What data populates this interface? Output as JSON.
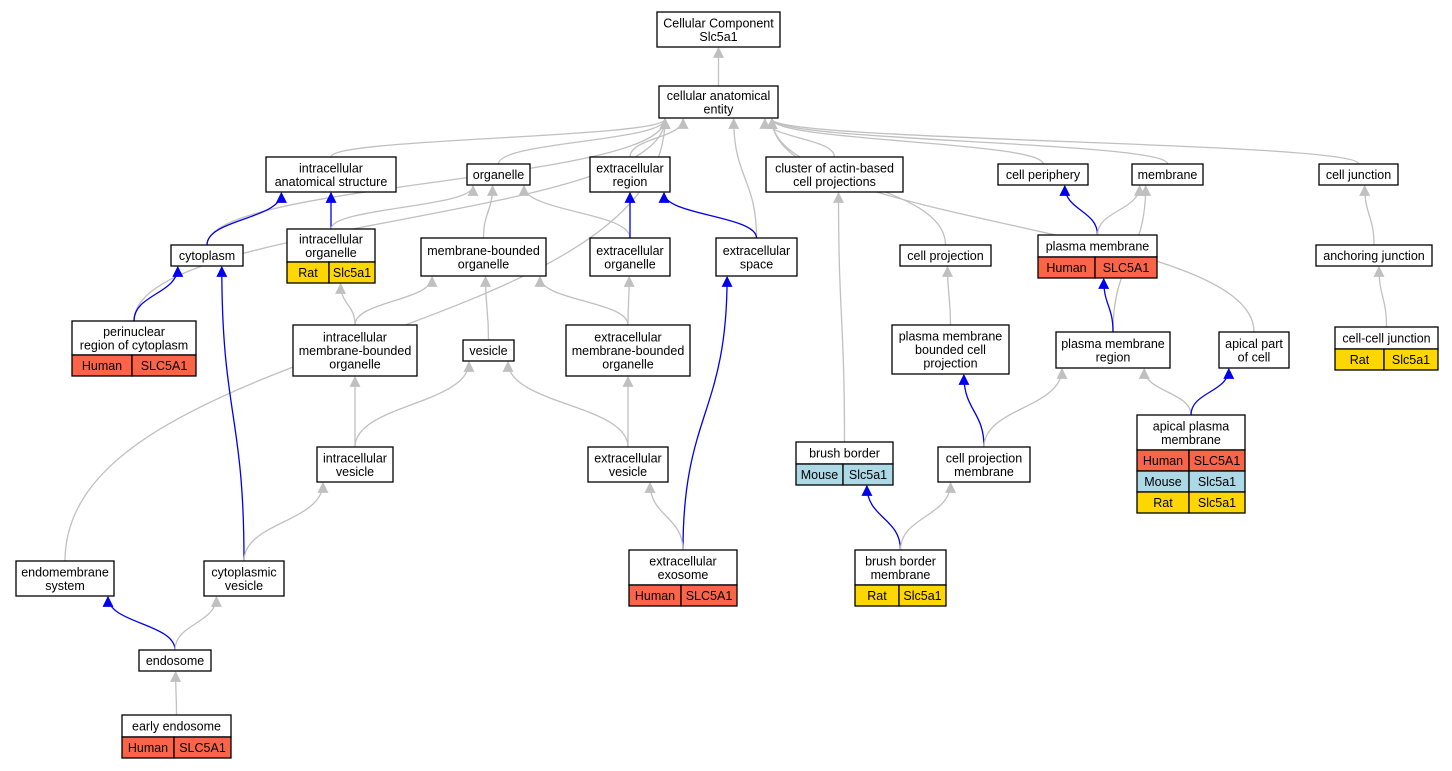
{
  "colors": {
    "Human": "#fa6448",
    "Mouse": "#add8e6",
    "Rat": "#ffd700",
    "gray_edge": "#c0c0c0",
    "blue_edge": "#0000ee"
  },
  "nodes": [
    {
      "id": "cc",
      "lines": [
        "Cellular Component",
        "Slc5a1"
      ],
      "species": []
    },
    {
      "id": "cae",
      "lines": [
        "cellular anatomical",
        "entity"
      ],
      "species": []
    },
    {
      "id": "ias",
      "lines": [
        "intracellular",
        "anatomical structure"
      ],
      "species": []
    },
    {
      "id": "organelle",
      "lines": [
        "organelle"
      ],
      "species": []
    },
    {
      "id": "exreg",
      "lines": [
        "extracellular",
        "region"
      ],
      "species": []
    },
    {
      "id": "cabp",
      "lines": [
        "cluster of actin-based",
        "cell projections"
      ],
      "species": []
    },
    {
      "id": "cper",
      "lines": [
        "cell periphery"
      ],
      "species": []
    },
    {
      "id": "membrane",
      "lines": [
        "membrane"
      ],
      "species": []
    },
    {
      "id": "cjunc",
      "lines": [
        "cell junction"
      ],
      "species": []
    },
    {
      "id": "cytoplasm",
      "lines": [
        "cytoplasm"
      ],
      "species": []
    },
    {
      "id": "iorg",
      "lines": [
        "intracellular",
        "organelle"
      ],
      "species": [
        {
          "name": "Rat",
          "gene": "Slc5a1"
        }
      ]
    },
    {
      "id": "mbo",
      "lines": [
        "membrane-bounded",
        "organelle"
      ],
      "species": []
    },
    {
      "id": "exorg",
      "lines": [
        "extracellular",
        "organelle"
      ],
      "species": []
    },
    {
      "id": "exspace",
      "lines": [
        "extracellular",
        "space"
      ],
      "species": []
    },
    {
      "id": "cproj",
      "lines": [
        "cell projection"
      ],
      "species": []
    },
    {
      "id": "pm",
      "lines": [
        "plasma membrane"
      ],
      "species": [
        {
          "name": "Human",
          "gene": "SLC5A1"
        }
      ]
    },
    {
      "id": "ajunc",
      "lines": [
        "anchoring junction"
      ],
      "species": []
    },
    {
      "id": "perinuc",
      "lines": [
        "perinuclear",
        "region of cytoplasm"
      ],
      "species": [
        {
          "name": "Human",
          "gene": "SLC5A1"
        }
      ]
    },
    {
      "id": "imbo",
      "lines": [
        "intracellular",
        "membrane-bounded",
        "organelle"
      ],
      "species": []
    },
    {
      "id": "vesicle",
      "lines": [
        "vesicle"
      ],
      "species": []
    },
    {
      "id": "exmbo",
      "lines": [
        "extracellular",
        "membrane-bounded",
        "organelle"
      ],
      "species": []
    },
    {
      "id": "pmbcp",
      "lines": [
        "plasma membrane",
        "bounded cell",
        "projection"
      ],
      "species": []
    },
    {
      "id": "pmr",
      "lines": [
        "plasma membrane",
        "region"
      ],
      "species": []
    },
    {
      "id": "apcell",
      "lines": [
        "apical part",
        "of cell"
      ],
      "species": []
    },
    {
      "id": "ccjunc",
      "lines": [
        "cell-cell junction"
      ],
      "species": [
        {
          "name": "Rat",
          "gene": "Slc5a1"
        }
      ]
    },
    {
      "id": "ivesicle",
      "lines": [
        "intracellular",
        "vesicle"
      ],
      "species": []
    },
    {
      "id": "exvesicle",
      "lines": [
        "extracellular",
        "vesicle"
      ],
      "species": []
    },
    {
      "id": "bb",
      "lines": [
        "brush border"
      ],
      "species": [
        {
          "name": "Mouse",
          "gene": "Slc5a1"
        }
      ]
    },
    {
      "id": "cpm",
      "lines": [
        "cell projection",
        "membrane"
      ],
      "species": []
    },
    {
      "id": "apm",
      "lines": [
        "apical plasma",
        "membrane"
      ],
      "species": [
        {
          "name": "Human",
          "gene": "SLC5A1"
        },
        {
          "name": "Mouse",
          "gene": "Slc5a1"
        },
        {
          "name": "Rat",
          "gene": "Slc5a1"
        }
      ]
    },
    {
      "id": "endomem",
      "lines": [
        "endomembrane",
        "system"
      ],
      "species": []
    },
    {
      "id": "cytves",
      "lines": [
        "cytoplasmic",
        "vesicle"
      ],
      "species": []
    },
    {
      "id": "exosome",
      "lines": [
        "extracellular",
        "exosome"
      ],
      "species": [
        {
          "name": "Human",
          "gene": "SLC5A1"
        }
      ]
    },
    {
      "id": "bbm",
      "lines": [
        "brush border",
        "membrane"
      ],
      "species": [
        {
          "name": "Rat",
          "gene": "Slc5a1"
        }
      ]
    },
    {
      "id": "endosome",
      "lines": [
        "endosome"
      ],
      "species": []
    },
    {
      "id": "early",
      "lines": [
        "early endosome"
      ],
      "species": [
        {
          "name": "Human",
          "gene": "SLC5A1"
        }
      ]
    }
  ],
  "edges": [
    {
      "from": "cae",
      "to": "cc",
      "kind": "gray"
    },
    {
      "from": "ias",
      "to": "cae",
      "kind": "gray"
    },
    {
      "from": "organelle",
      "to": "cae",
      "kind": "gray"
    },
    {
      "from": "exreg",
      "to": "cae",
      "kind": "gray"
    },
    {
      "from": "cabp",
      "to": "cae",
      "kind": "gray"
    },
    {
      "from": "cper",
      "to": "cae",
      "kind": "gray"
    },
    {
      "from": "membrane",
      "to": "cae",
      "kind": "gray"
    },
    {
      "from": "cjunc",
      "to": "cae",
      "kind": "gray"
    },
    {
      "from": "cytoplasm",
      "to": "cae",
      "kind": "gray"
    },
    {
      "from": "perinuc",
      "to": "cae",
      "kind": "gray"
    },
    {
      "from": "endomem",
      "to": "cae",
      "kind": "gray"
    },
    {
      "from": "exspace",
      "to": "cae",
      "kind": "gray"
    },
    {
      "from": "cproj",
      "to": "cae",
      "kind": "gray"
    },
    {
      "from": "apcell",
      "to": "cae",
      "kind": "gray"
    },
    {
      "from": "cytoplasm",
      "to": "ias",
      "kind": "blue"
    },
    {
      "from": "iorg",
      "to": "ias",
      "kind": "blue"
    },
    {
      "from": "iorg",
      "to": "organelle",
      "kind": "gray"
    },
    {
      "from": "mbo",
      "to": "organelle",
      "kind": "gray"
    },
    {
      "from": "exorg",
      "to": "organelle",
      "kind": "gray"
    },
    {
      "from": "exorg",
      "to": "exreg",
      "kind": "blue"
    },
    {
      "from": "exspace",
      "to": "exreg",
      "kind": "blue"
    },
    {
      "from": "bb",
      "to": "cabp",
      "kind": "gray"
    },
    {
      "from": "pm",
      "to": "cper",
      "kind": "blue"
    },
    {
      "from": "pm",
      "to": "membrane",
      "kind": "gray"
    },
    {
      "from": "pmr",
      "to": "membrane",
      "kind": "gray"
    },
    {
      "from": "ajunc",
      "to": "cjunc",
      "kind": "gray"
    },
    {
      "from": "perinuc",
      "to": "cytoplasm",
      "kind": "blue"
    },
    {
      "from": "cytves",
      "to": "cytoplasm",
      "kind": "blue"
    },
    {
      "from": "imbo",
      "to": "iorg",
      "kind": "gray"
    },
    {
      "from": "imbo",
      "to": "mbo",
      "kind": "gray"
    },
    {
      "from": "vesicle",
      "to": "mbo",
      "kind": "gray"
    },
    {
      "from": "exmbo",
      "to": "mbo",
      "kind": "gray"
    },
    {
      "from": "exmbo",
      "to": "exorg",
      "kind": "gray"
    },
    {
      "from": "exosome",
      "to": "exspace",
      "kind": "blue"
    },
    {
      "from": "pmbcp",
      "to": "cproj",
      "kind": "gray"
    },
    {
      "from": "pmr",
      "to": "pm",
      "kind": "blue"
    },
    {
      "from": "ccjunc",
      "to": "ajunc",
      "kind": "gray"
    },
    {
      "from": "ivesicle",
      "to": "imbo",
      "kind": "gray"
    },
    {
      "from": "ivesicle",
      "to": "vesicle",
      "kind": "gray"
    },
    {
      "from": "exvesicle",
      "to": "vesicle",
      "kind": "gray"
    },
    {
      "from": "exvesicle",
      "to": "exmbo",
      "kind": "gray"
    },
    {
      "from": "cpm",
      "to": "pmbcp",
      "kind": "blue"
    },
    {
      "from": "cpm",
      "to": "pmr",
      "kind": "gray"
    },
    {
      "from": "apm",
      "to": "pmr",
      "kind": "gray"
    },
    {
      "from": "apm",
      "to": "apcell",
      "kind": "blue"
    },
    {
      "from": "cytves",
      "to": "ivesicle",
      "kind": "gray"
    },
    {
      "from": "exosome",
      "to": "exvesicle",
      "kind": "gray"
    },
    {
      "from": "bbm",
      "to": "bb",
      "kind": "blue"
    },
    {
      "from": "bbm",
      "to": "cpm",
      "kind": "gray"
    },
    {
      "from": "endosome",
      "to": "endomem",
      "kind": "blue"
    },
    {
      "from": "endosome",
      "to": "cytves",
      "kind": "gray"
    },
    {
      "from": "early",
      "to": "endosome",
      "kind": "gray"
    }
  ]
}
